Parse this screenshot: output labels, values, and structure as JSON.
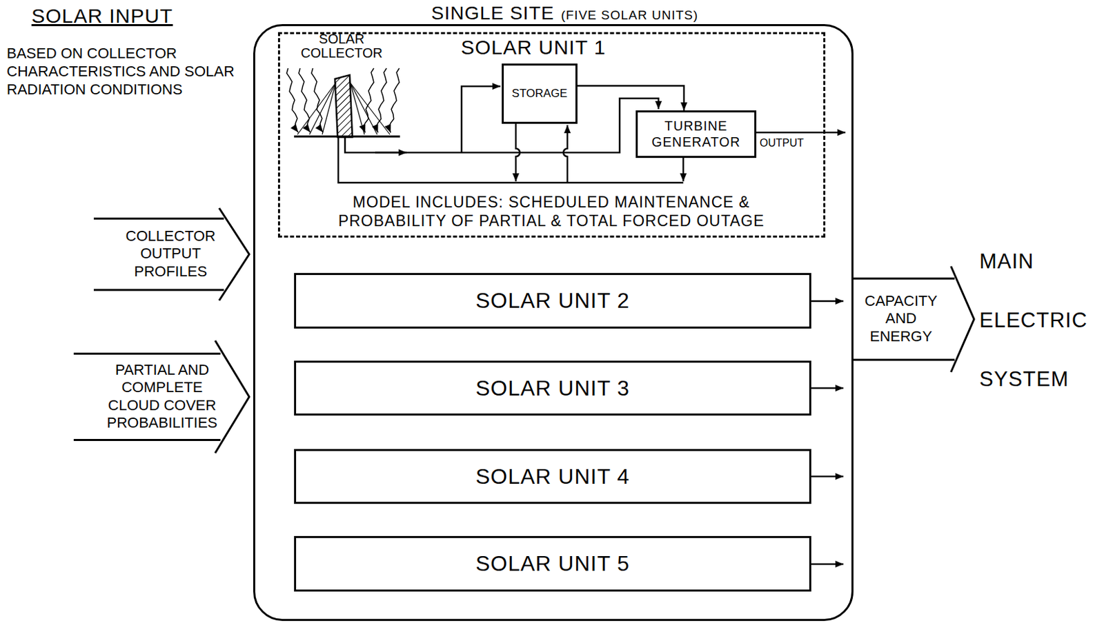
{
  "diagram": {
    "nodes": [
      {
        "text": [
          "SINGLE SITE",
          "(FIVE SOLAR UNITS)"
        ]
      },
      {
        "text": [
          "SOLAR UNIT 1",
          "MODEL INCLUDES: SCHEDULED MAINTENANCE & PROBABILITY OF PARTIAL & TOTAL FORCED OUTAGE"
        ],
        "in": 0
      },
      {
        "text": [
          "STORAGE"
        ],
        "in": 1
      },
      {
        "text": [
          "TURBINE GENERATOR"
        ],
        "in": 1
      },
      {
        "text": [
          "COLLECTOR OUTPUT PROFILES"
        ]
      },
      {
        "text": [
          "SOLAR UNIT 2"
        ],
        "in": 0
      },
      {
        "text": [
          "CAPACITY AND ENERGY"
        ]
      },
      {
        "text": [
          "PARTIAL AND COMPLETE CLOUD COVER PROBABILITIES"
        ]
      },
      {
        "text": [
          "SOLAR UNIT 3"
        ],
        "in": 0
      },
      {
        "text": [
          "SOLAR UNIT 4"
        ],
        "in": 0
      },
      {
        "text": [
          "SOLAR UNIT 5"
        ],
        "in": 0
      }
    ],
    "edges": [
      {
        "from": 2,
        "to": 3,
        "arrow": "to"
      }
    ],
    "labels": [
      "SOLAR INPUT",
      "BASED ON COLLECTOR CHARACTERISTICS AND SOLAR RADIATION CONDITIONS",
      "SOLAR COLLECTOR",
      "OUTPUT",
      "MAIN ELECTRIC SYSTEM"
    ]
  }
}
